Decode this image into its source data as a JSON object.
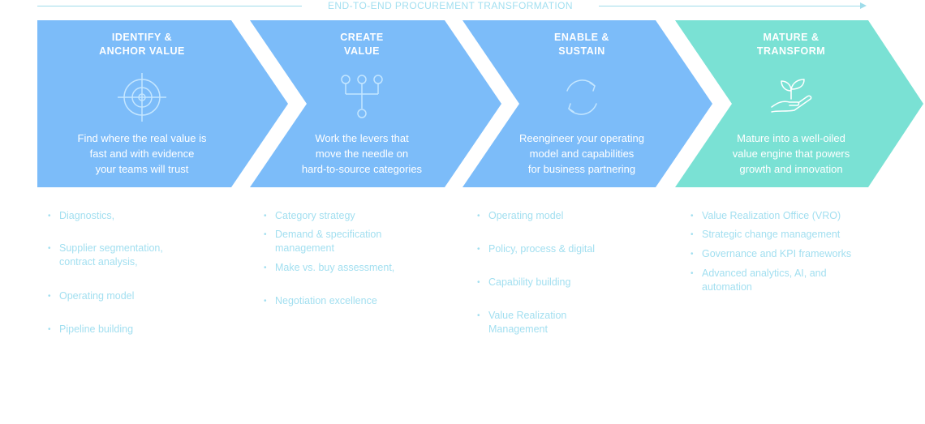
{
  "header": {
    "title": "END-TO-END PROCUREMENT TRANSFORMATION"
  },
  "colors": {
    "blue": "#7cbcf9",
    "teal": "#7ae1d4",
    "bullet_text": "#a2dff0",
    "white": "#ffffff"
  },
  "stages": [
    {
      "title_line1": "IDENTIFY &",
      "title_line2": "ANCHOR VALUE",
      "icon": "target-icon",
      "desc_line1": "Find where the real value is",
      "desc_line2": "fast and with evidence",
      "desc_line3": "your teams will trust",
      "bullets": [
        "Diagnostics,",
        "Supplier segmentation, contract analysis,",
        "Operating model",
        "Pipeline building"
      ]
    },
    {
      "title_line1": "CREATE",
      "title_line2": "VALUE",
      "icon": "hierarchy-icon",
      "desc_line1": "Work the levers that",
      "desc_line2": "move the needle on",
      "desc_line3": "hard-to-source categories",
      "bullets": [
        "Category strategy",
        "Demand & specification management",
        "Make vs. buy assessment,",
        "Negotiation excellence"
      ]
    },
    {
      "title_line1": "ENABLE &",
      "title_line2": "SUSTAIN",
      "icon": "refresh-cycle-icon",
      "desc_line1": "Reengineer your operating",
      "desc_line2": "model and capabilities",
      "desc_line3": "for business partnering",
      "bullets": [
        "Operating model",
        "Policy, process & digital",
        "Capability building",
        "Value Realization Management"
      ]
    },
    {
      "title_line1": "MATURE &",
      "title_line2": "TRANSFORM",
      "icon": "plant-in-hand-icon",
      "desc_line1": "Mature into a well-oiled",
      "desc_line2": "value engine that powers",
      "desc_line3": "growth and innovation",
      "bullets": [
        "Value Realization Office (VRO)",
        "Strategic change management",
        "Governance and KPI frameworks",
        "Advanced analytics, AI, and automation"
      ]
    }
  ]
}
